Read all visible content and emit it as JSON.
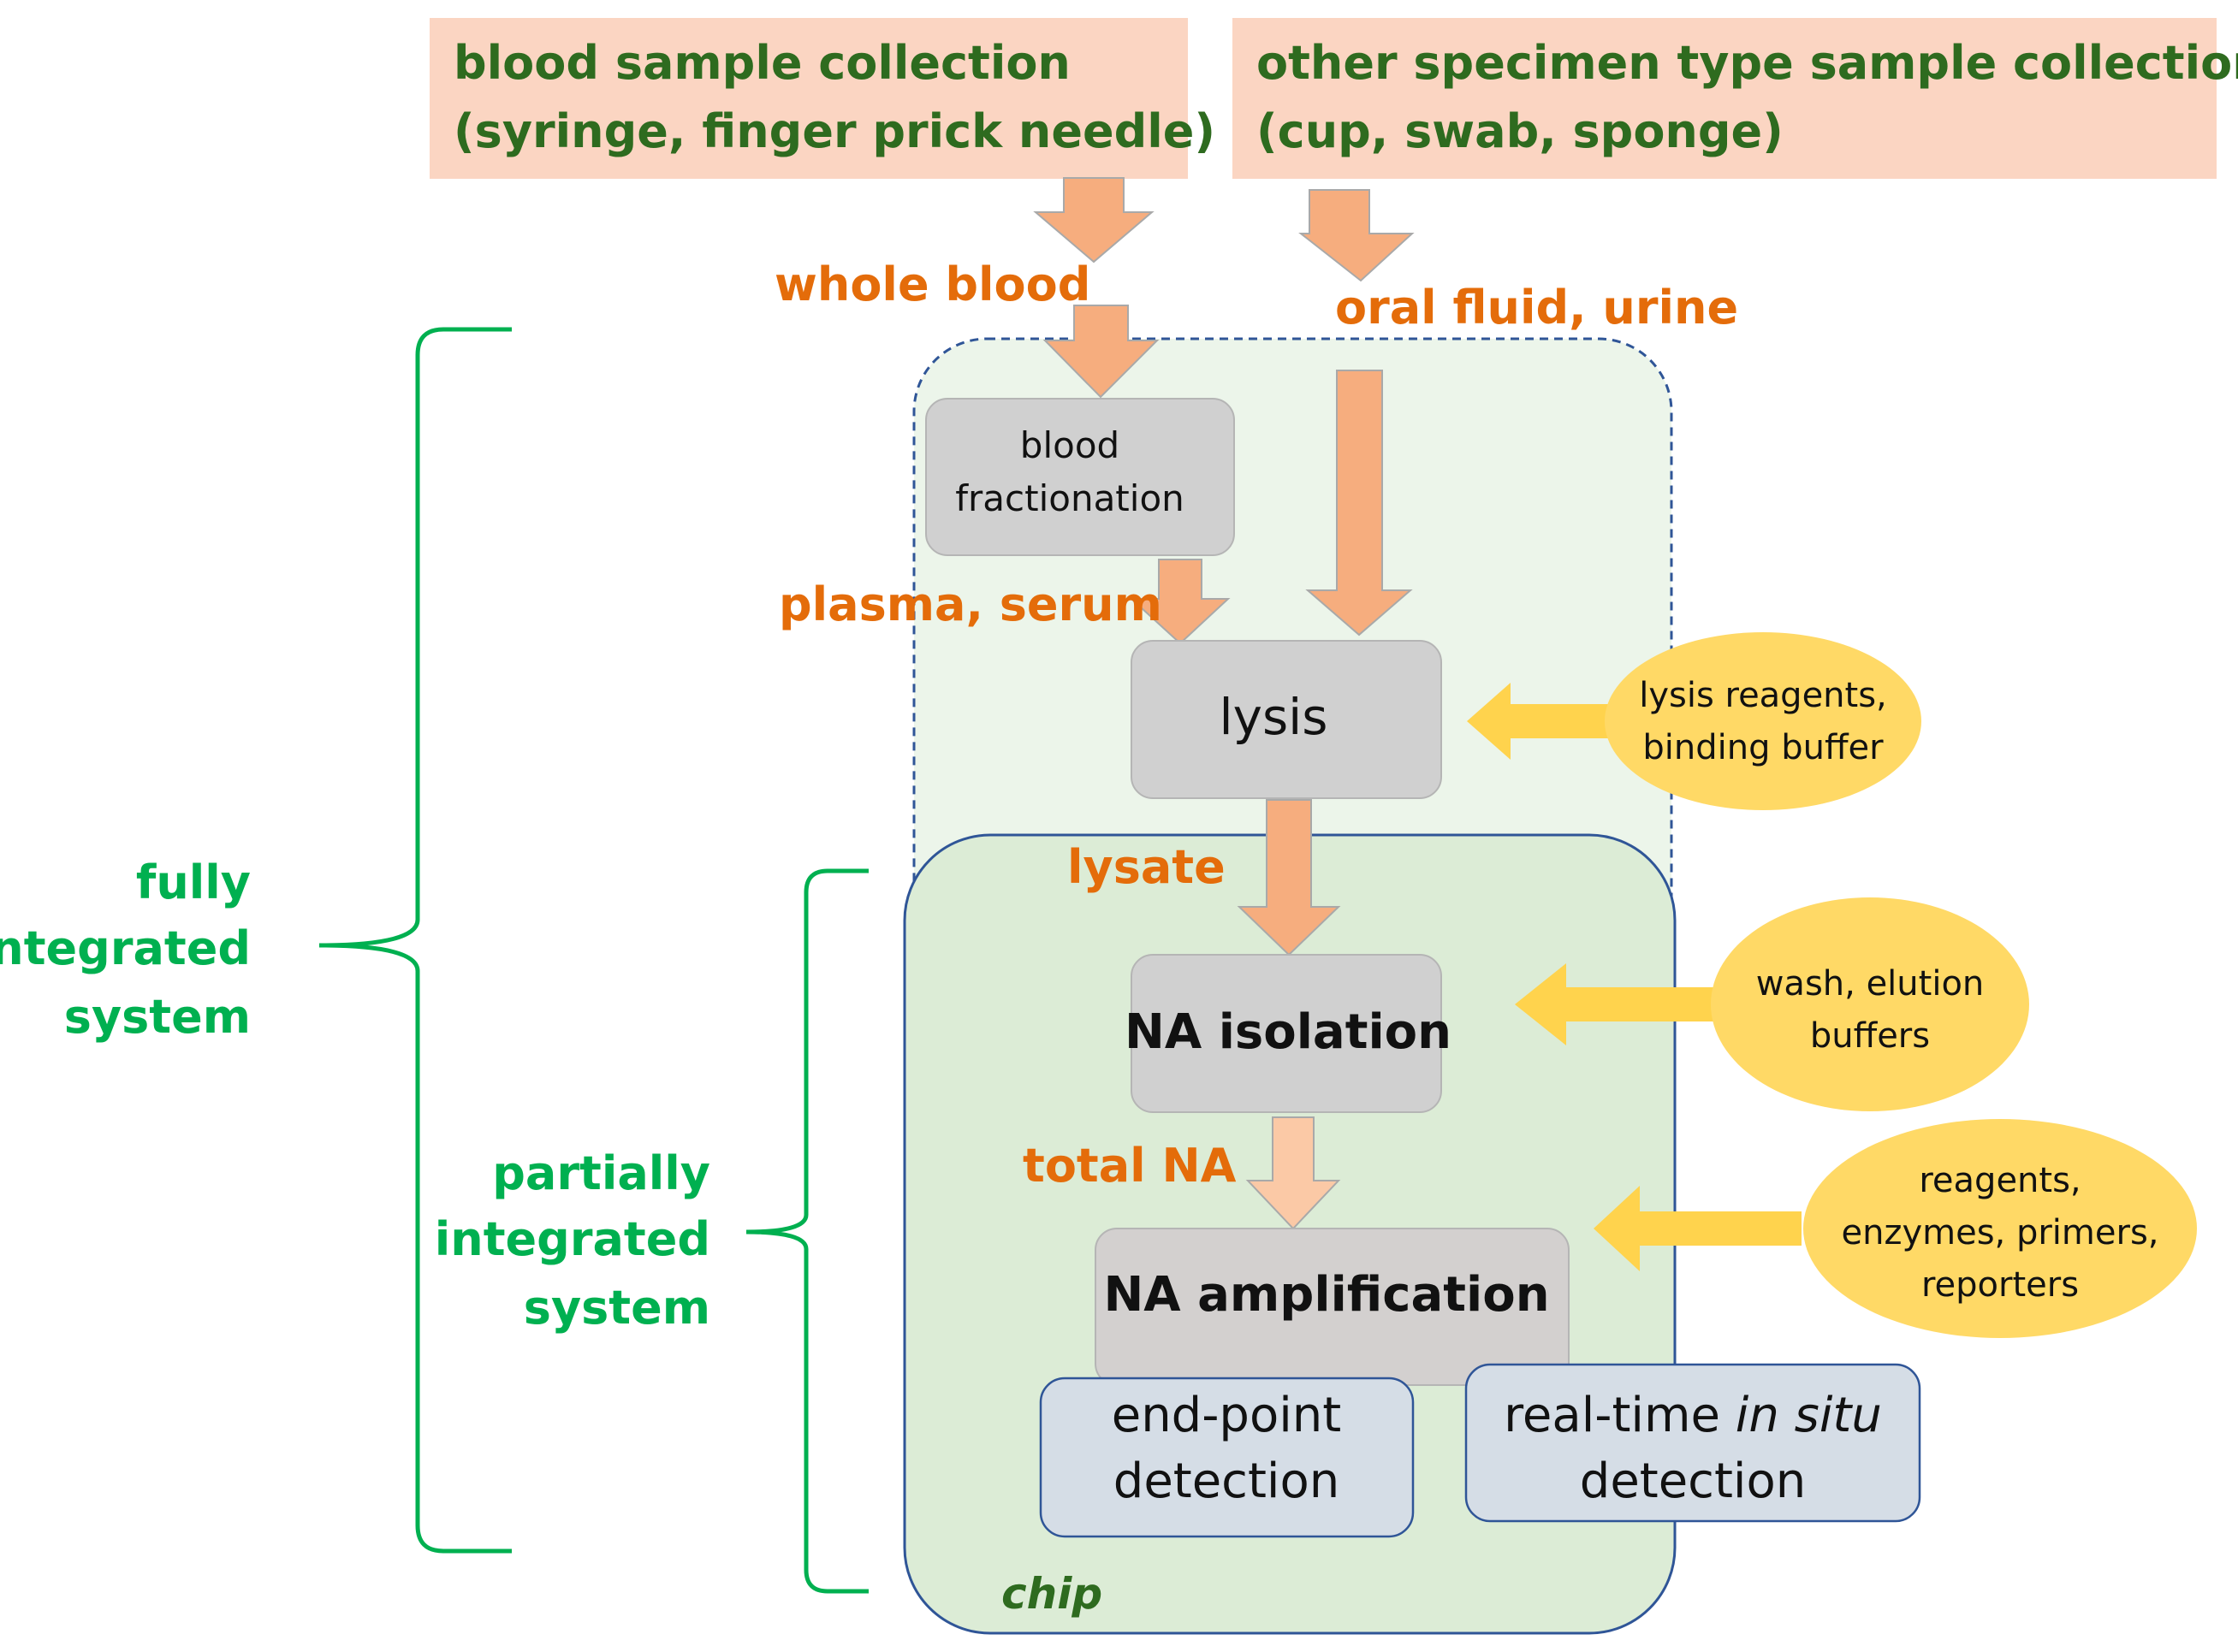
{
  "colors": {
    "source_box_fill": "#fbd5c2",
    "source_text": "#2e6b1f",
    "arrow_fill": "#f6ad7e",
    "arrow_stroke": "#a9a9a9",
    "flow_label": "#e46c0a",
    "bracket": "#00b050",
    "fully_region_fill": "#ecf5ea",
    "fully_region_border": "#2f5597",
    "chip_fill": "#dcecd6",
    "chip_border": "#2f5597",
    "process_box_fill": "#d0d0d0",
    "detection_box_fill": "#d5dde6",
    "reagent_ellipse_fill": "#ffd966",
    "reagent_arrow_fill": "#ffd34d",
    "chip_label": "#2e6b1f"
  },
  "sources": {
    "blood": {
      "line1": "blood sample collection",
      "line2": "(syringe, finger prick needle)"
    },
    "other": {
      "line1": "other specimen type sample collection",
      "line2": "(cup, swab, sponge)"
    }
  },
  "flow_labels": {
    "whole_blood": "whole blood",
    "oral_urine": "oral fluid, urine",
    "plasma_serum": "plasma, serum",
    "lysate": "lysate",
    "total_na": "total NA"
  },
  "steps": {
    "fractionation": {
      "line1": "blood",
      "line2": "fractionation"
    },
    "lysis": "lysis",
    "na_isolation": "NA isolation",
    "na_amplification": "NA amplification",
    "endpoint": {
      "line1": "end-point",
      "line2": "detection"
    },
    "realtime": {
      "line1_plain": "real-time ",
      "line1_italic": "in situ",
      "line2": "detection"
    }
  },
  "reagents": {
    "lysis": {
      "line1": "lysis reagents,",
      "line2": "binding buffer"
    },
    "wash": {
      "line1": "wash, elution",
      "line2": "buffers"
    },
    "amplification": {
      "line1": "reagents,",
      "line2": "enzymes, primers,",
      "line3": "reporters"
    }
  },
  "brackets": {
    "fully": {
      "line1": "fully",
      "line2": "integrated",
      "line3": "system"
    },
    "partially": {
      "line1": "partially",
      "line2": "integrated",
      "line3": "system"
    }
  },
  "chip_label": "chip"
}
